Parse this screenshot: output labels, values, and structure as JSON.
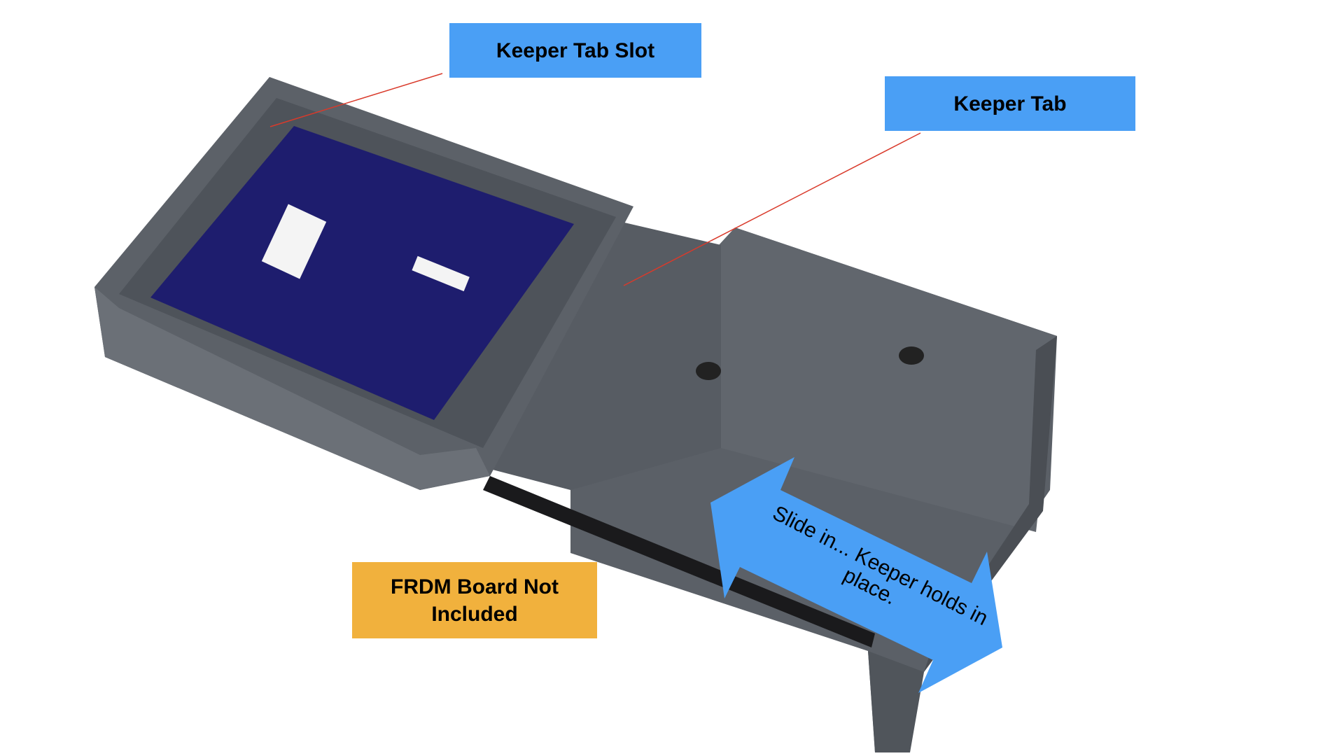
{
  "callouts": {
    "keeper_tab_slot": "Keeper Tab Slot",
    "keeper_tab": "Keeper Tab",
    "frdm_note": "FRDM Board Not Included",
    "slide_arrow": "Slide in... Keeper holds in place."
  },
  "colors": {
    "callout_blue": "#4a9ff5",
    "callout_orange": "#f1b13d",
    "leader_line": "#d93a2b",
    "enclosure_gray": "#5a5f66",
    "pcb_blue": "#1e1d6e"
  }
}
